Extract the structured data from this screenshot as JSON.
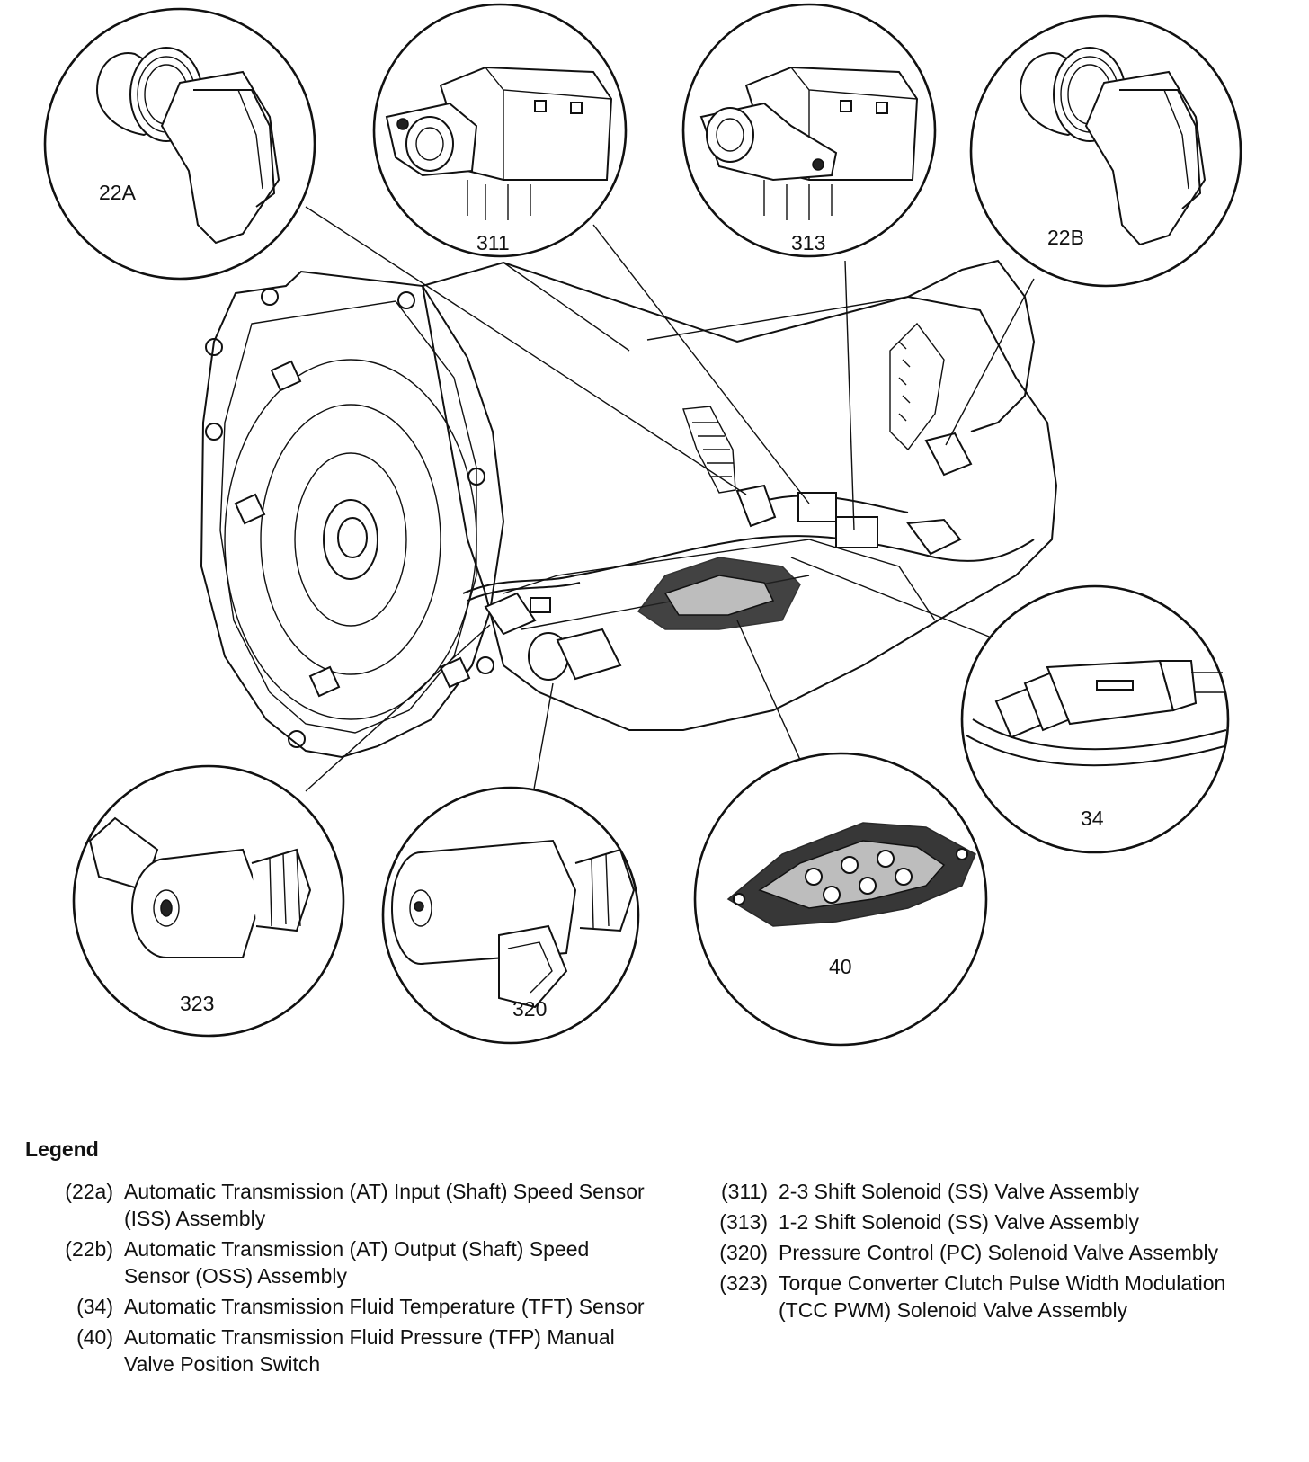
{
  "callouts": {
    "c22A": "22A",
    "c311": "311",
    "c313": "313",
    "c22B": "22B",
    "c34": "34",
    "c323": "323",
    "c320": "320",
    "c40": "40"
  },
  "legend": {
    "title": "Legend",
    "left": [
      {
        "code": "(22a)",
        "text": "Automatic Transmission (AT) Input (Shaft) Speed Sensor (ISS) Assembly"
      },
      {
        "code": "(22b)",
        "text": "Automatic Transmission (AT) Output (Shaft) Speed Sensor (OSS) Assembly"
      },
      {
        "code": "(34)",
        "text": "Automatic Transmission Fluid Temperature (TFT) Sensor"
      },
      {
        "code": "(40)",
        "text": "Automatic Transmission Fluid Pressure (TFP) Manual Valve Position Switch"
      }
    ],
    "right": [
      {
        "code": "(311)",
        "text": "2-3 Shift Solenoid (SS) Valve Assembly"
      },
      {
        "code": "(313)",
        "text": "1-2 Shift Solenoid (SS) Valve Assembly"
      },
      {
        "code": "(320)",
        "text": "Pressure Control (PC) Solenoid Valve Assembly"
      },
      {
        "code": "(323)",
        "text": "Torque Converter Clutch Pulse Width Modulation (TCC PWM) Solenoid Valve Assembly"
      }
    ]
  }
}
